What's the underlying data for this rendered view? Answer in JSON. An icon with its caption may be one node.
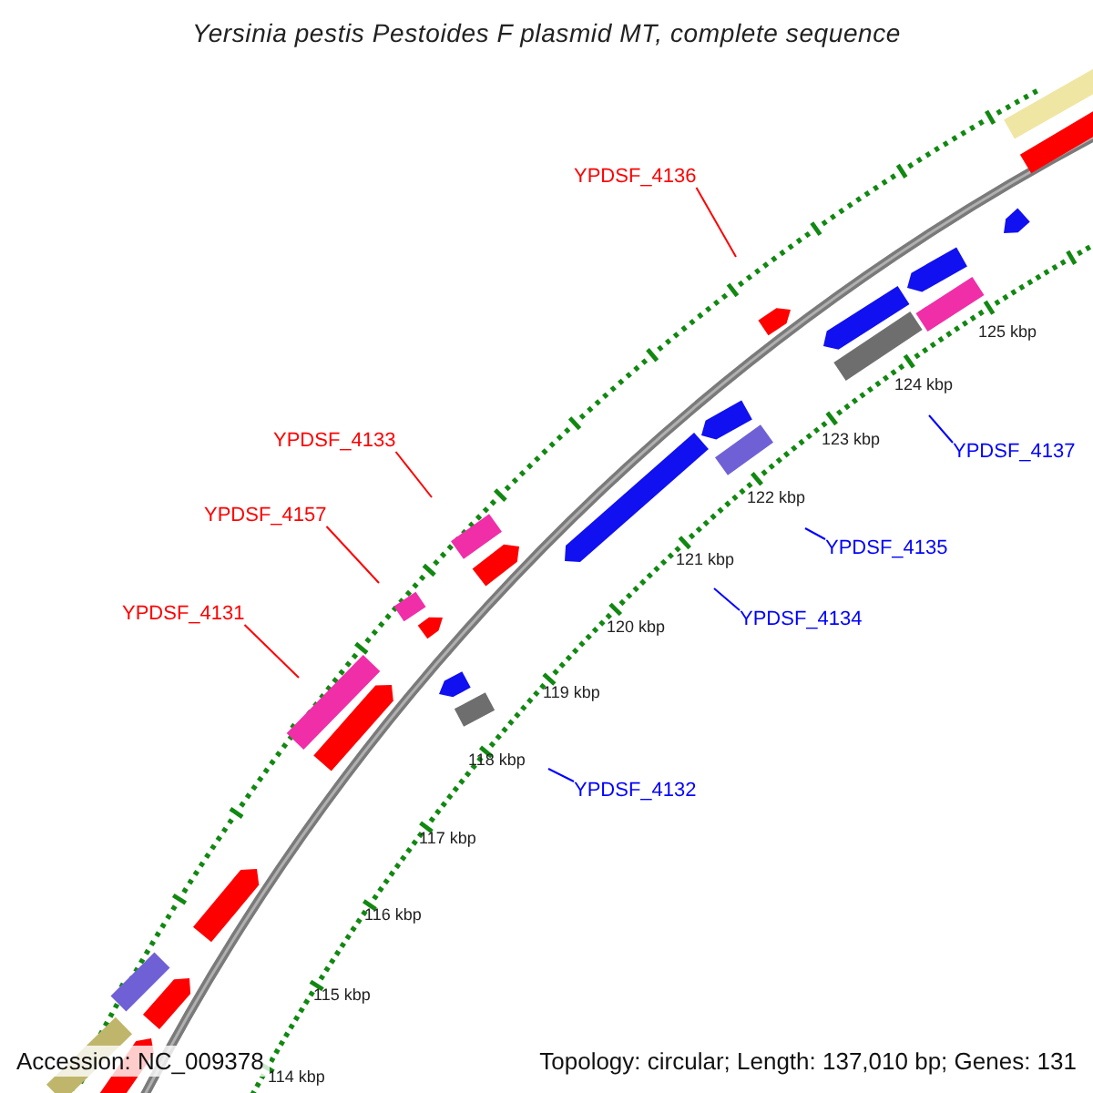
{
  "diagram": {
    "title": "Yersinia pestis Pestoides F plasmid MT, complete sequence",
    "nodes": [
      {
        "text": [
          "YPDSF_4136"
        ]
      },
      {
        "text": [
          "YPDSF_4133"
        ]
      },
      {
        "text": [
          "YPDSF_4157"
        ]
      },
      {
        "text": [
          "YPDSF_4131"
        ]
      },
      {
        "text": [
          "YPDSF_4137"
        ]
      },
      {
        "text": [
          "YPDSF_4135"
        ]
      },
      {
        "text": [
          "YPDSF_4134"
        ]
      },
      {
        "text": [
          "YPDSF_4132"
        ]
      }
    ],
    "edges": [
      {
        "from": 0,
        "to": null,
        "arrow": "none",
        "color": "#ff0000"
      },
      {
        "from": 1,
        "to": null,
        "arrow": "none",
        "color": "#ff0000"
      },
      {
        "from": 2,
        "to": null,
        "arrow": "none",
        "color": "#ff0000"
      },
      {
        "from": 3,
        "to": null,
        "arrow": "none",
        "color": "#ff0000"
      },
      {
        "from": 4,
        "to": null,
        "arrow": "none",
        "color": "#0000ff"
      },
      {
        "from": 5,
        "to": null,
        "arrow": "none",
        "color": "#0000ff"
      },
      {
        "from": 6,
        "to": null,
        "arrow": "none",
        "color": "#0000ff"
      },
      {
        "from": 7,
        "to": null,
        "arrow": "none",
        "color": "#0000ff"
      }
    ],
    "labels": [
      "125 kbp",
      "124 kbp",
      "123 kbp",
      "122 kbp",
      "121 kbp",
      "120 kbp",
      "119 kbp",
      "118 kbp",
      "117 kbp",
      "116 kbp",
      "115 kbp",
      "114 kbp",
      "Accession: NC_009378",
      "Topology: circular; Length: 137,010 bp; Genes: 131"
    ]
  }
}
